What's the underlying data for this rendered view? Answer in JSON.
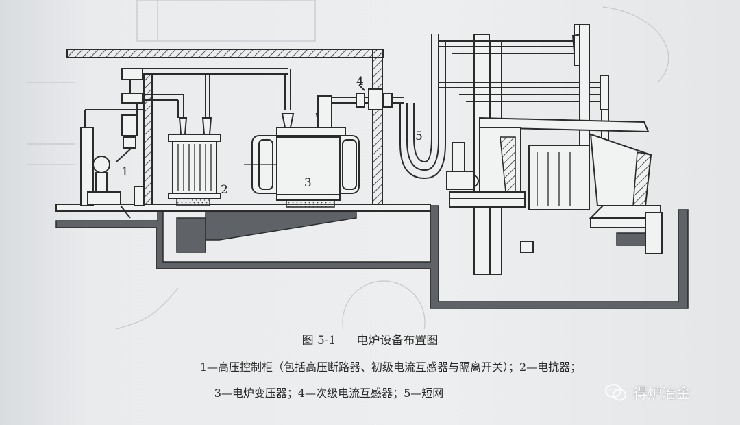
{
  "figure": {
    "title_number": "图 5-1",
    "title_text": "电炉设备布置图",
    "legend_line1": "1—高压控制柜（包括高压断路器、初级电流互感器与隔离开关）；2—电抗器；",
    "legend_line2": "3—电炉变压器；4—次级电流互感器；5—短网"
  },
  "labels": {
    "l1": "1",
    "l2": "2",
    "l3": "3",
    "l4": "4",
    "l5": "5"
  },
  "watermark": {
    "text": "得炉冶金",
    "icon": "wechat-icon"
  }
}
